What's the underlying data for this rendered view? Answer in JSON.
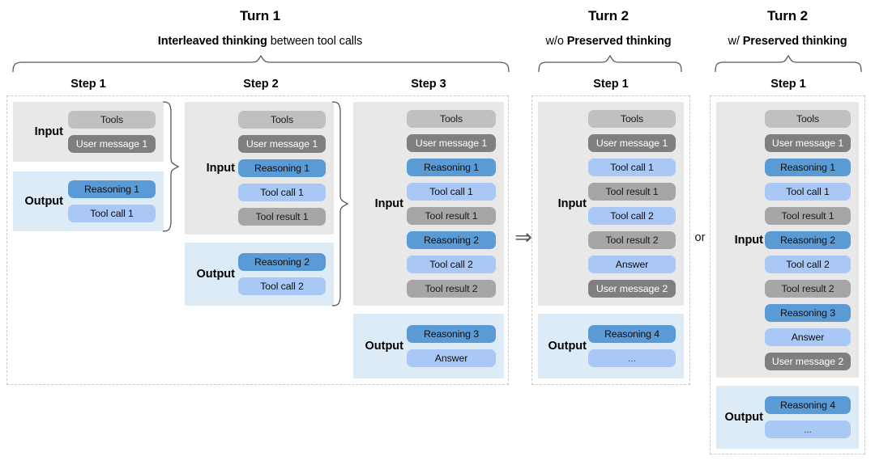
{
  "headers": [
    {
      "id": "turn1",
      "title": "Turn 1",
      "sub_plain_prefix": "",
      "sub_bold": "Interleaved thinking",
      "sub_suffix": " between tool calls"
    },
    {
      "id": "turn2-wo",
      "title": "Turn 2",
      "sub_plain_prefix": "w/o ",
      "sub_bold": "Preserved thinking",
      "sub_suffix": ""
    },
    {
      "id": "turn2-w",
      "title": "Turn 2",
      "sub_plain_prefix": "w/ ",
      "sub_bold": "Preserved thinking",
      "sub_suffix": ""
    }
  ],
  "steps": {
    "t1s1": "Step 1",
    "t1s2": "Step 2",
    "t1s3": "Step 3",
    "t2wo": "Step 1",
    "t2w": "Step 1"
  },
  "io_labels": {
    "input": "Input",
    "output": "Output"
  },
  "connectors": {
    "arrow": "⇒",
    "or": "or"
  },
  "panels": {
    "turn1_step1": {
      "input": [
        "Tools",
        "User message 1"
      ],
      "output": [
        "Reasoning 1",
        "Tool call 1"
      ]
    },
    "turn1_step2": {
      "input": [
        "Tools",
        "User message 1",
        "Reasoning 1",
        "Tool call 1",
        "Tool result 1"
      ],
      "output": [
        "Reasoning 2",
        "Tool call 2"
      ]
    },
    "turn1_step3": {
      "input": [
        "Tools",
        "User message 1",
        "Reasoning 1",
        "Tool call 1",
        "Tool result 1",
        "Reasoning 2",
        "Tool call 2",
        "Tool result 2"
      ],
      "output": [
        "Reasoning 3",
        "Answer"
      ]
    },
    "turn2_wo_step1": {
      "input": [
        "Tools",
        "User message 1",
        "Tool call 1",
        "Tool result 1",
        "Tool call 2",
        "Tool result 2",
        "Answer",
        "User message 2"
      ],
      "output": [
        "Reasoning 4",
        "..."
      ]
    },
    "turn2_w_step1": {
      "input": [
        "Tools",
        "User message 1",
        "Reasoning 1",
        "Tool call 1",
        "Tool result 1",
        "Reasoning 2",
        "Tool call 2",
        "Tool result 2",
        "Reasoning 3",
        "Answer",
        "User message 2"
      ],
      "output": [
        "Reasoning 4",
        "..."
      ]
    }
  },
  "colors": {
    "tools": "#c0c0c0",
    "user_message": "#7f7f7f",
    "reasoning": "#5b9bd5",
    "tool_call": "#a9c8f5",
    "tool_result": "#a6a6a6",
    "answer": "#a9c8f5",
    "input_bg": "#e8e8e8",
    "output_bg": "#ddebf7",
    "group_border": "#c9c9c9"
  }
}
